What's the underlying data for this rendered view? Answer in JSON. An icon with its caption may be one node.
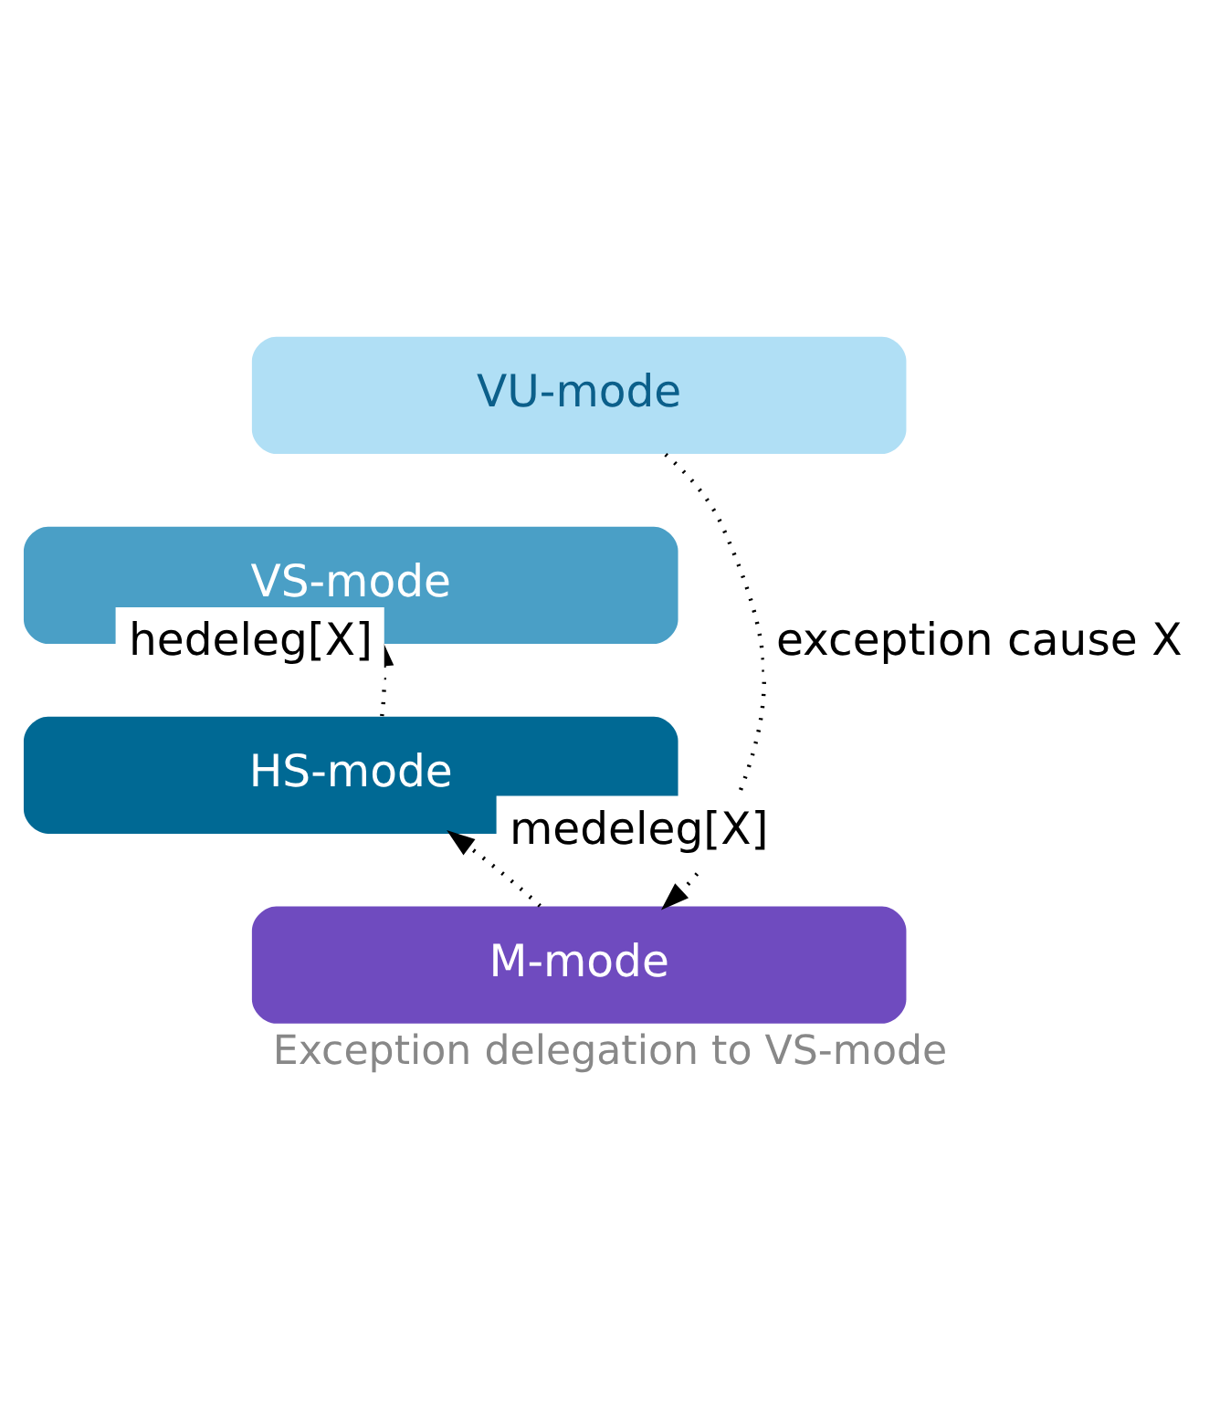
{
  "diagram": {
    "caption": "Exception delegation to VS-mode",
    "nodes": [
      {
        "text": [
          "VU-mode"
        ]
      },
      {
        "text": [
          "VS-mode"
        ]
      },
      {
        "text": [
          "HS-mode"
        ]
      },
      {
        "text": [
          "M-mode"
        ]
      }
    ],
    "edges": [
      {
        "from": 0,
        "to": 3,
        "arrow": "to",
        "label": "exception cause X",
        "style": "dashed"
      },
      {
        "from": 3,
        "to": 2,
        "arrow": "to",
        "label": "medeleg[X]",
        "style": "dashed"
      },
      {
        "from": 2,
        "to": 1,
        "arrow": "to",
        "label": "hedeleg[X]",
        "style": "dashed"
      }
    ]
  }
}
